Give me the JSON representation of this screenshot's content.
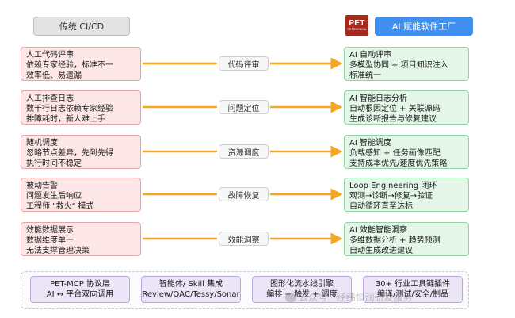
{
  "header": {
    "left_label": "传统 CI/CD",
    "logo_text": "PET",
    "logo_subtext": "PETROCHINA",
    "right_label": "AI 赋能软件工厂"
  },
  "rows": [
    {
      "left_lines": [
        "人工代码评审",
        "依赖专家经验，标准不一",
        "效率低、易遗漏"
      ],
      "middle": "代码评审",
      "right_lines": [
        "AI 自动评审",
        "多模型协同 + 项目知识注入",
        "标准统一"
      ]
    },
    {
      "left_lines": [
        "人工排查日志",
        "数千行日志依赖专家经验",
        "排障耗时，新人难上手"
      ],
      "middle": "问题定位",
      "right_lines": [
        "AI 智能日志分析",
        "自动根因定位 + 关联源码",
        "生成诊断报告与修复建议"
      ]
    },
    {
      "left_lines": [
        "随机调度",
        "忽略节点差异，先到先得",
        "执行时间不稳定"
      ],
      "middle": "资源调度",
      "right_lines": [
        "AI 智能调度",
        "负载感知 + 任务画像匹配",
        "支持成本优先/速度优先策略"
      ]
    },
    {
      "left_lines": [
        "被动告警",
        "问题发生后响应",
        "工程师 \"救火\" 模式"
      ],
      "middle": "故障恢复",
      "right_lines": [
        "Loop Engineering 闭环",
        "观测→诊断→修复→验证",
        "自动循环直至达标"
      ]
    },
    {
      "left_lines": [
        "效能数据展示",
        "数据维度单一",
        "无法支撑管理决策"
      ],
      "middle": "效能洞察",
      "right_lines": [
        "AI 效能智能洞察",
        "多维数据分析 + 趋势预测",
        "自动生成改进建议"
      ]
    }
  ],
  "bottom": {
    "chips": [
      {
        "line1": "PET-MCP 协议层",
        "line2": "AI ↔ 平台双向调用"
      },
      {
        "line1": "智能体/ Skill 集成",
        "line2": "Review/QAC/Tessy/Sonar"
      },
      {
        "line1": "图形化流水线引擎",
        "line2": "编排 + 触发 + 调度"
      },
      {
        "line1": "30+ 行业工具链插件",
        "line2": "编译/测试/安全/制品"
      }
    ]
  },
  "watermark": "公众号 · 经纬恒润研发服务",
  "colors": {
    "left_fill": "#fde6e6",
    "left_border": "#e8a4a4",
    "right_fill": "#e3f6e8",
    "right_border": "#8fd3a2",
    "arrow": "#f5a623",
    "header_right": "#3f8fef",
    "logo": "#a6291d",
    "chip_fill": "#ece5f8",
    "chip_border": "#b9a6dd"
  }
}
